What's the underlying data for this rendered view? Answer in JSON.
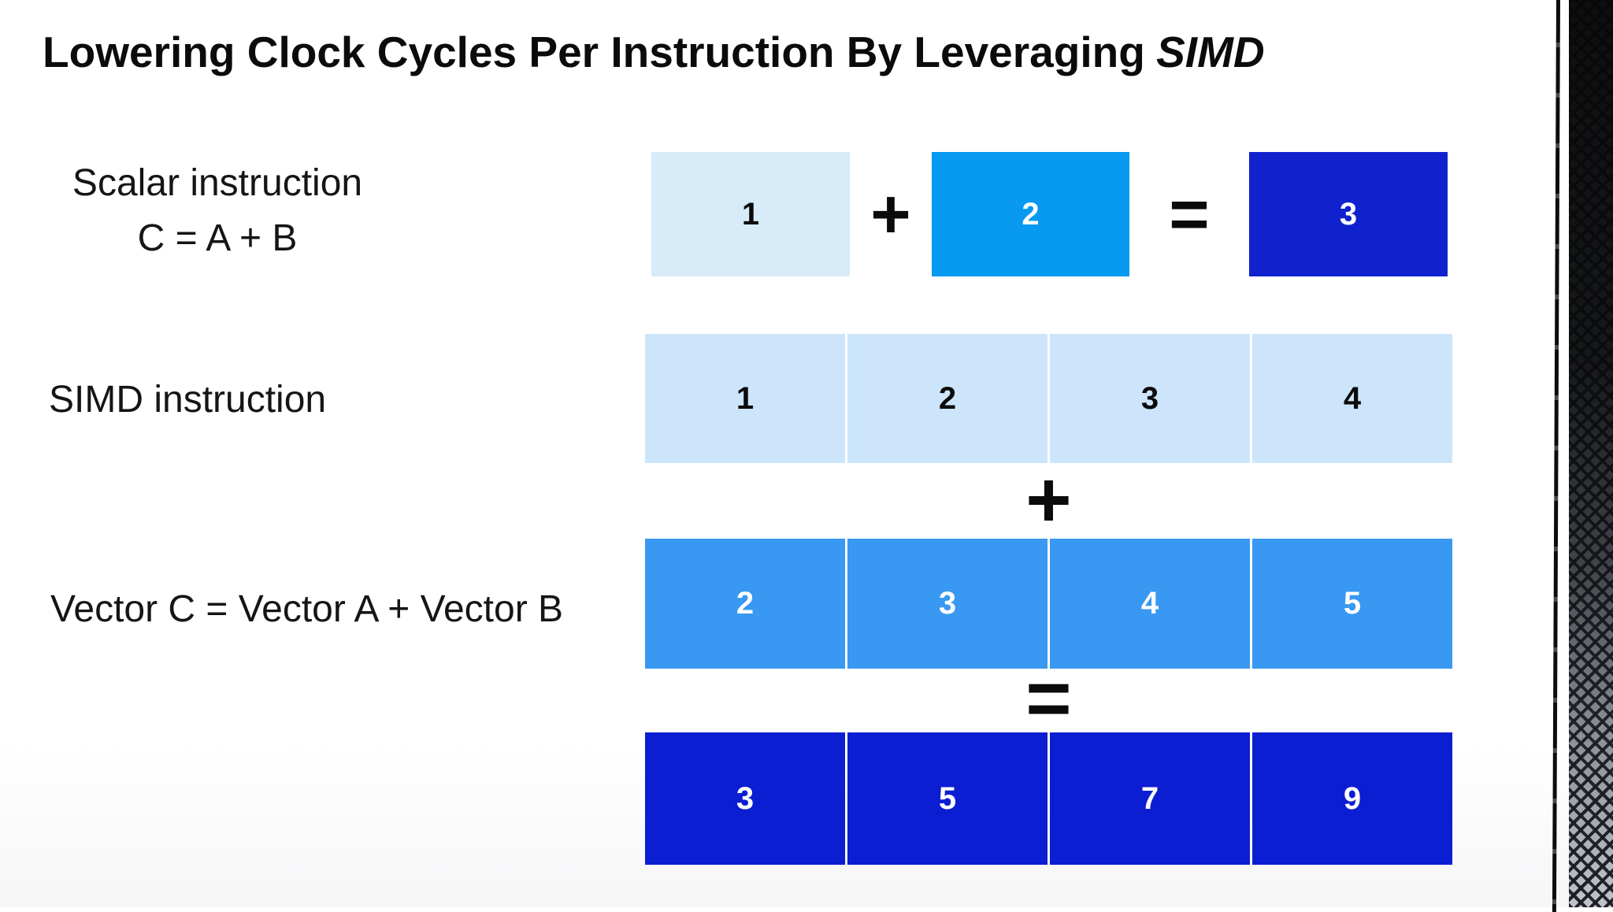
{
  "title": {
    "text": "Lowering Clock Cycles Per Instruction By Leveraging",
    "emphasis": "SIMD"
  },
  "scalar_row": {
    "label_line1": "Scalar instruction",
    "label_line2": "C = A + B",
    "operand_a": "1",
    "operator_plus": "+",
    "operand_b": "2",
    "operator_equals": "=",
    "result": "3"
  },
  "simd_section": {
    "label": "SIMD instruction",
    "vector_equation_label": "Vector C = Vector A + Vector B",
    "operator_plus": "+",
    "operator_equals": "=",
    "vector_a": [
      "1",
      "2",
      "3",
      "4"
    ],
    "vector_b": [
      "2",
      "3",
      "4",
      "5"
    ],
    "vector_c": [
      "3",
      "5",
      "7",
      "9"
    ]
  },
  "colors": {
    "ink": "#0b0b0b",
    "scalar_light": "#d7ebf8",
    "vector_light": "#cde5fa",
    "azure": "#0899f0",
    "vector_medium": "#3898f2",
    "dark_blue_scalar": "#1022cd",
    "dark_blue_vector": "#0c1ed2"
  }
}
